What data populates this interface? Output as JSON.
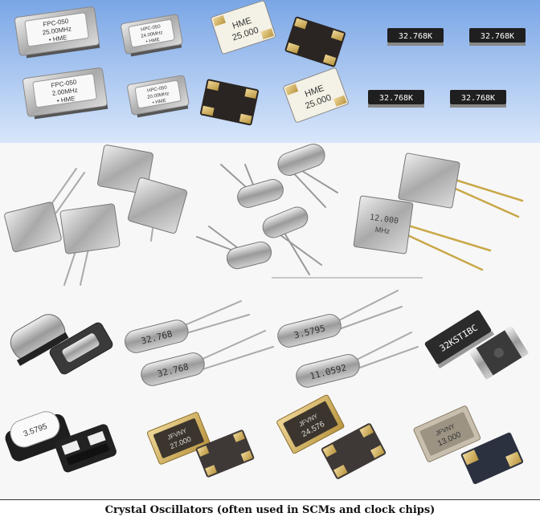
{
  "caption": "Crystal Oscillators (often used in SCMs and clock chips)",
  "colors": {
    "top_band": "#9ec0ee",
    "pad_gold": "#d6b66a",
    "metal": "#c8c8c8",
    "black_body": "#222222",
    "white_body": "#f5f5f5"
  },
  "row1": {
    "osc_a": {
      "model": "FPC-050",
      "freq": "25.00MHz",
      "brand": "• HME"
    },
    "osc_b": {
      "model": "HPC-050",
      "freq": "24.00MHz",
      "brand": "• HME"
    },
    "osc_c": {
      "model": "FPC-050",
      "freq": "2.00MHz",
      "brand": "• HME"
    },
    "osc_d": {
      "model": "HPC-050",
      "freq": "20.00MHz",
      "brand": "• HME"
    },
    "smd_a": {
      "brand": "HME",
      "freq": "25.000"
    },
    "smd_b": {
      "brand": "HME",
      "freq": "25.000"
    },
    "k32": [
      "32.768K",
      "32.768K",
      "32.768K",
      "32.768K"
    ]
  },
  "row2": {
    "hc49_freq": "12.000",
    "hc49_unit": "MHz"
  },
  "row3": {
    "cyl_a": "32.768",
    "cyl_b": "32.768",
    "cyl_c": "3.5795",
    "cyl_d": "11.0592",
    "smd_black": "32KSTIBC"
  },
  "row4": {
    "smd_white": "3.5795",
    "jfvny_a_brand": "JFVNY",
    "jfvny_a_freq": "27.000",
    "jfvny_b_brand": "JFVNY",
    "jfvny_b_freq": "24.576",
    "jfvny_c_brand": "JFVNY",
    "jfvny_c_freq": "13.000"
  }
}
